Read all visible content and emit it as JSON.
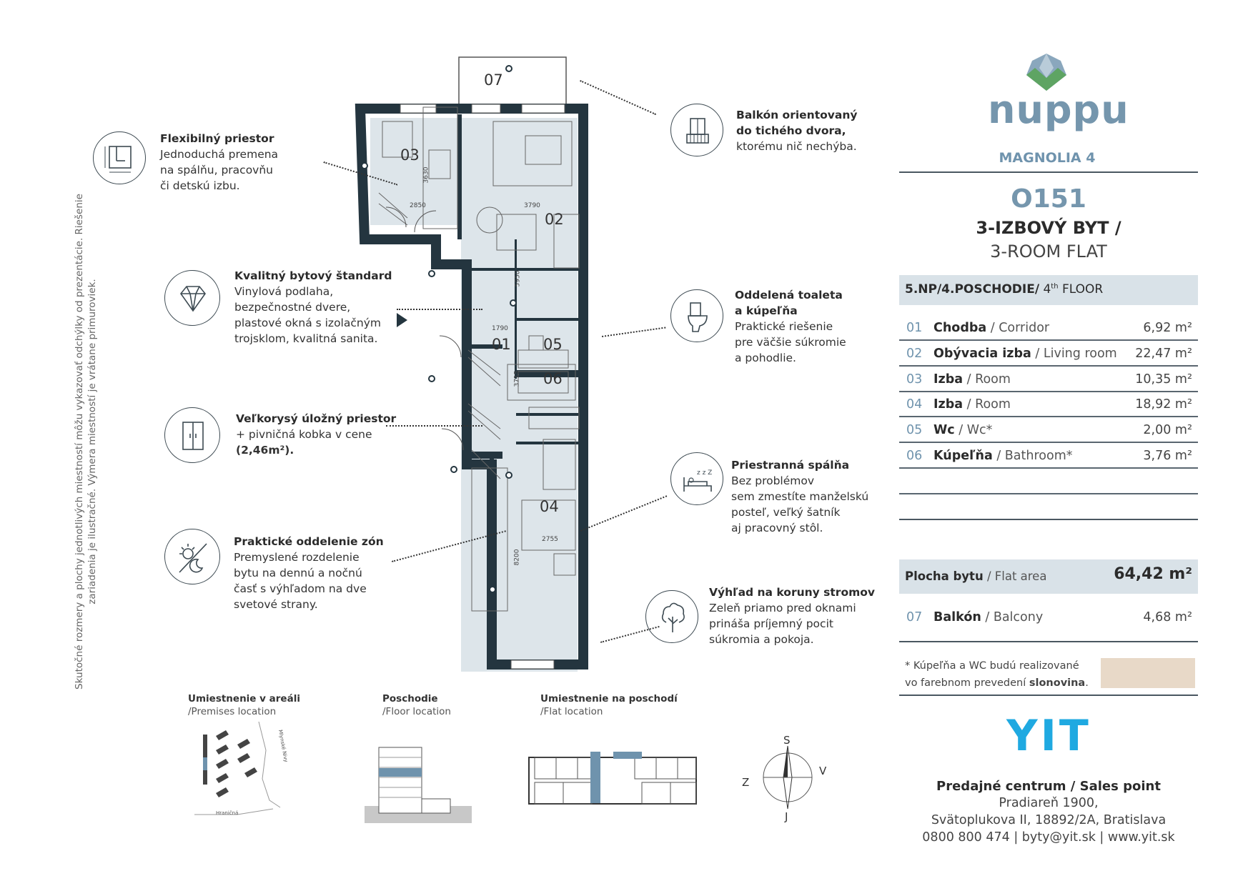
{
  "side_note": "Skutočné rozmery a plochy jednotlivých miestností môžu vykazovať odchýlky od prezentácie. Riešenie zariadenia je ilustračné. Výmera miestností je vrátane primuroviek.",
  "features": {
    "flexible": {
      "title": "Flexibilný priestor",
      "lines": [
        "Jednoduchá premena",
        "na spálňu, pracovňu",
        "či detskú izbu."
      ]
    },
    "quality": {
      "title": "Kvalitný bytový štandard",
      "lines": [
        "Vinylová podlaha,",
        "bezpečnostné dvere,",
        "plastové okná s izolačným",
        "trojsklom, kvalitná sanita."
      ]
    },
    "storage": {
      "title": "Veľkorysý úložný priestor",
      "line1": "+ pivničná kobka v cene",
      "line2": "(2,46m²)."
    },
    "zones": {
      "title": "Praktické oddelenie zón",
      "lines": [
        "Premyslené rozdelenie",
        "bytu na dennú a nočnú",
        "časť s výhľadom na dve",
        "svetové strany."
      ]
    },
    "balcony": {
      "title1": "Balkón orientovaný",
      "title2": "do tichého dvora,",
      "line": "ktorému nič nechýba."
    },
    "toilet": {
      "title1": "Oddelená toaleta",
      "title2": "a kúpeľňa",
      "lines": [
        "Praktické riešenie",
        "pre väčšie súkromie",
        "a pohodlie."
      ]
    },
    "bedroom": {
      "title": "Priestranná spálňa",
      "lines": [
        "Bez problémov",
        "sem zmestíte manželskú",
        "posteľ, veľký šatník",
        "aj pracovný stôl."
      ]
    },
    "view": {
      "title": "Výhľad na koruny stromov",
      "lines": [
        "Zeleň priamo pred oknami",
        "prináša príjemný pocit",
        "súkromia a pokoja."
      ]
    }
  },
  "plan": {
    "labels": [
      "01",
      "02",
      "03",
      "04",
      "05",
      "06",
      "07"
    ],
    "dims": [
      "2850",
      "3790",
      "3630",
      "5950",
      "1790",
      "3715",
      "2755",
      "8200"
    ]
  },
  "brand": {
    "logo": "nuppu",
    "project": "MAGNOLIA 4"
  },
  "unit": {
    "code": "O151",
    "type_sk": "3-IZBOVÝ BYT /",
    "type_en": "3-ROOM FLAT"
  },
  "floor": {
    "sk": "5.NP/4.POSCHODIE/",
    "ord_num": "4",
    "ord_sup": "th",
    "en": " FLOOR"
  },
  "rooms": [
    {
      "num": "01",
      "sk": "Chodba",
      "en": " / Corridor",
      "area": "6,92 m²"
    },
    {
      "num": "02",
      "sk": "Obývacia izba",
      "en": " / Living room",
      "area": "22,47 m²"
    },
    {
      "num": "03",
      "sk": "Izba",
      "en": " / Room",
      "area": "10,35 m²"
    },
    {
      "num": "04",
      "sk": "Izba",
      "en": " / Room",
      "area": "18,92 m²"
    },
    {
      "num": "05",
      "sk": "Wc",
      "en": " / Wc*",
      "area": "2,00 m²"
    },
    {
      "num": "06",
      "sk": "Kúpeľňa",
      "en": " / Bathroom*",
      "area": "3,76 m²"
    }
  ],
  "flat_area": {
    "sk": "Plocha bytu",
    "en": " / Flat area",
    "value": "64,42 m²"
  },
  "balcony_row": {
    "num": "07",
    "sk": "Balkón",
    "en": " / Balcony",
    "area": "4,68 m²"
  },
  "note": {
    "line1": "* Kúpeľňa a WC budú realizované",
    "line2a": "vo farebnom prevedení ",
    "line2b": "slonovina",
    "line2c": ".",
    "swatch": "#e8d9c8"
  },
  "sales": {
    "logo": "YIT",
    "title": "Predajné centrum / Sales point",
    "addr1": "Pradiareň 1900,",
    "addr2": "Svätoplukova II, 18892/2A, Bratislava",
    "contact": "0800 800 474 | byty@yit.sk | www.yit.sk"
  },
  "locations": {
    "premises": {
      "title": "Umiestnenie v areáli",
      "sub": "/Premises location",
      "street1": "Mlynské Nivy",
      "street2": "Hraničná"
    },
    "floor": {
      "title": "Poschodie",
      "sub": "/Floor location"
    },
    "flat": {
      "title": "Umiestnenie na poschodí",
      "sub": "/Flat location"
    }
  },
  "compass": {
    "n": "S",
    "s": "J",
    "e": "V",
    "w": "Z"
  },
  "colors": {
    "accent": "#6f93ad",
    "wall": "#24353f",
    "room_fill": "#dde5ea",
    "band": "#d9e2e8",
    "yit": "#1fa9e1"
  }
}
